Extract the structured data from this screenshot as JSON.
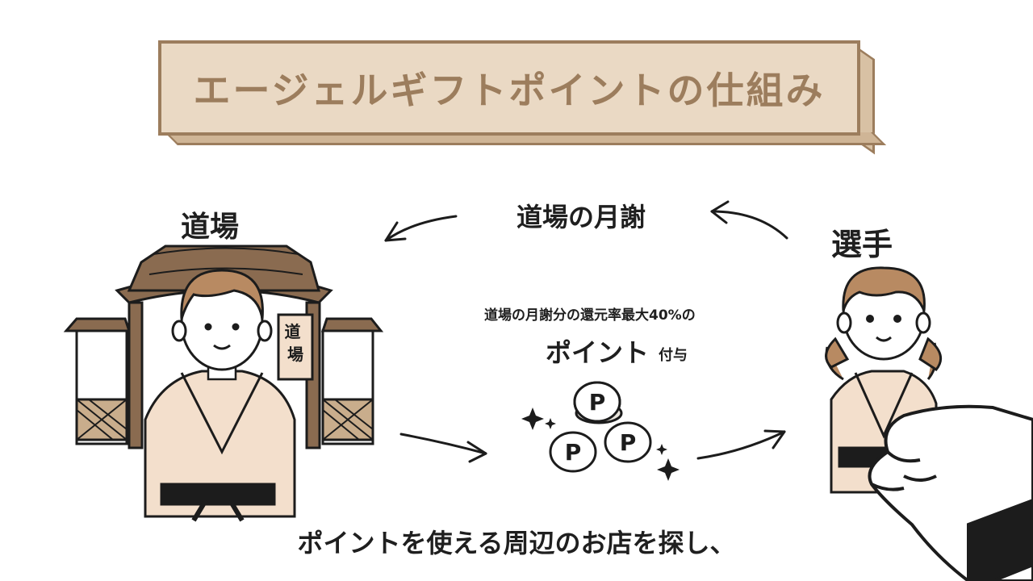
{
  "title": "エージェルギフトポイントの仕組み",
  "labels": {
    "dojo": "道場",
    "senshu": "選手",
    "monthly_fee": "道場の月謝",
    "description": "道場の月謝分の還元率最大40%の",
    "point": "ポイント",
    "grant": "付与",
    "sign": "道場"
  },
  "caption": "ポイントを使える周辺のお店を探し、",
  "colors": {
    "board_fill": "#ead9c4",
    "board_edge": "#9c7d5d",
    "gi": "#f3dfcc",
    "hair": "#b88a62",
    "roof": "#8a6b50",
    "ink": "#1c1c1c"
  }
}
